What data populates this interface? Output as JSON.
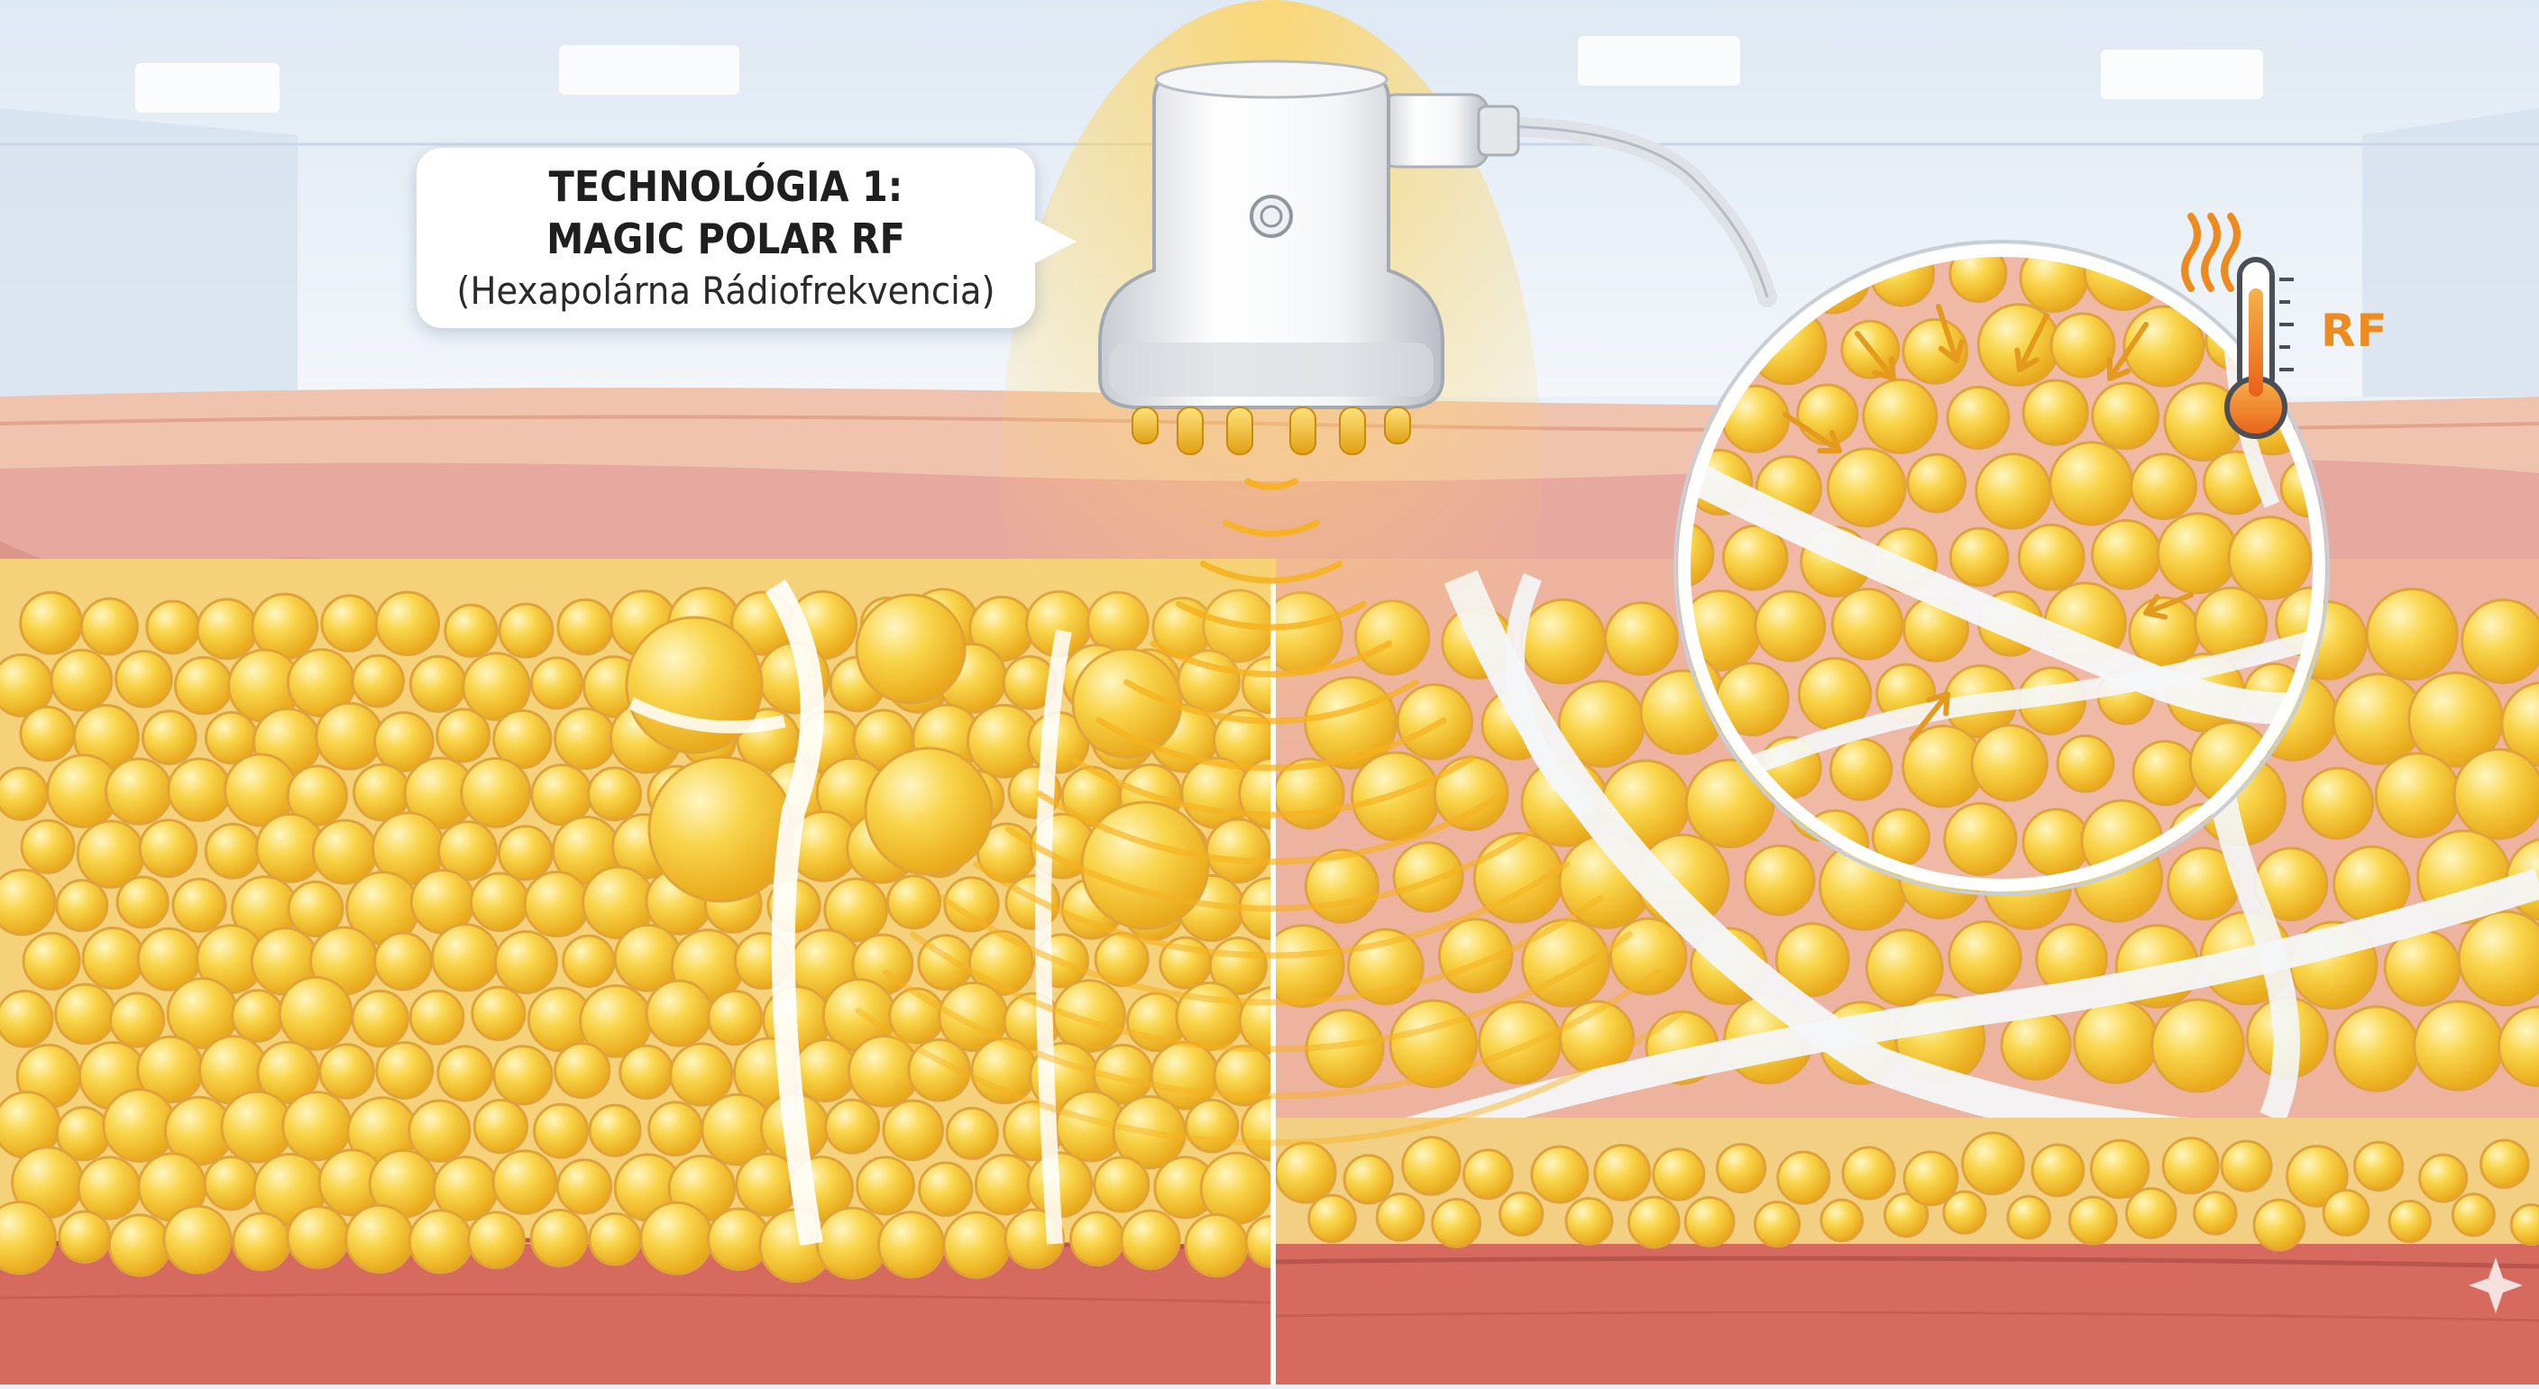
{
  "callout": {
    "line1": "TECHNOLÓGIA 1:",
    "line2": "MAGIC POLAR RF",
    "line3": "(Hexapolárna Rádiofrekvencia)"
  },
  "thermometer": {
    "label": "RF",
    "icon": "thermometer-icon",
    "color": "#ef8a1f"
  },
  "colors": {
    "fat_cell": "#f6c933",
    "skin": "#e7a8a0",
    "septa": "#ffffff",
    "wave": "#f4b52c",
    "muscle": "#d66a5e"
  }
}
